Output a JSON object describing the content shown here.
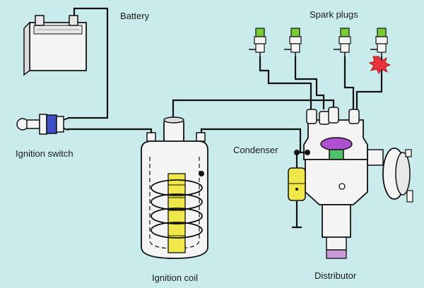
{
  "labels": {
    "battery": "Battery",
    "spark_plugs": "Spark plugs",
    "ignition_switch": "Ignition switch",
    "condenser": "Condenser",
    "ignition_coil": "Ignition coil",
    "distributor": "Distributor"
  },
  "colors": {
    "background": "#c9ebec",
    "wire": "#111111",
    "component_body": "#f4f4f4",
    "coil_core": "#f0e84a",
    "switch_band": "#3d4fc6",
    "plug_tip": "#77cc33",
    "rotor": "#b04fd0",
    "rotor_shaft": "#4fc36a",
    "spark": "#e8333a"
  }
}
